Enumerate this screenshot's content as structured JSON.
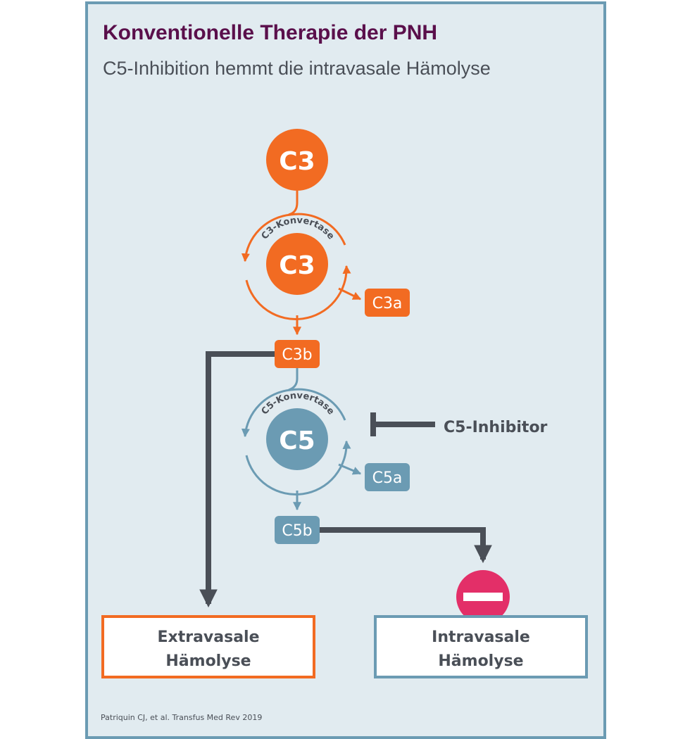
{
  "header": {
    "title": "Konventionelle Therapie der PNH",
    "subtitle": "C5-Inhibition hemmt die intravasale Hämolyse"
  },
  "diagram": {
    "c3_top": "C3",
    "c3_convertase": {
      "label": "C3-Konvertase",
      "center": "C3"
    },
    "c3a": "C3a",
    "c3b": "C3b",
    "c5_convertase": {
      "label": "C5-Konvertase",
      "center": "C5"
    },
    "c5a": "C5a",
    "c5b": "C5b",
    "inhibitor": "C5-Inhibitor",
    "extravascular": {
      "line1": "Extravasale",
      "line2": "Hämolyse"
    },
    "intravascular": {
      "line1": "Intravasale",
      "line2": "Hämolyse"
    }
  },
  "colors": {
    "c3": "#f26b22",
    "c5": "#6b9bb3",
    "dark": "#4a4f57",
    "block": "#e32f68",
    "title": "#5a0f4b",
    "background": "#e1ebf0"
  },
  "icons": {
    "blocked": "no-entry-icon"
  },
  "footer": {
    "citation": "Patriquin CJ, et al. Transfus Med Rev 2019"
  }
}
